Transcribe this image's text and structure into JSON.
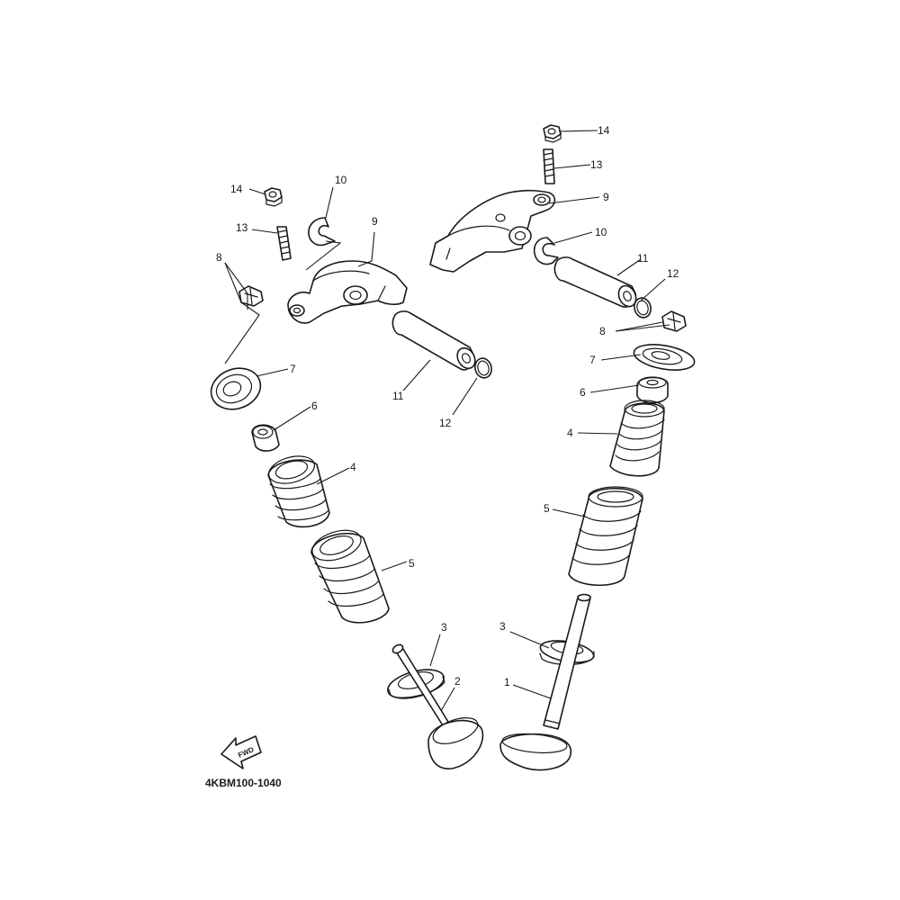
{
  "diagram_code": "4KBM100-1040",
  "fwd_label": "FWD",
  "callouts": {
    "c1": "1",
    "c2": "2",
    "c3a": "3",
    "c3b": "3",
    "c4a": "4",
    "c4b": "4",
    "c5a": "5",
    "c5b": "5",
    "c6a": "6",
    "c6b": "6",
    "c7a": "7",
    "c7b": "7",
    "c8a": "8",
    "c8b": "8",
    "c9a": "9",
    "c9b": "9",
    "c10a": "10",
    "c10b": "10",
    "c11a": "11",
    "c11b": "11",
    "c12a": "12",
    "c12b": "12",
    "c13a": "13",
    "c13b": "13",
    "c14a": "14",
    "c14b": "14"
  }
}
